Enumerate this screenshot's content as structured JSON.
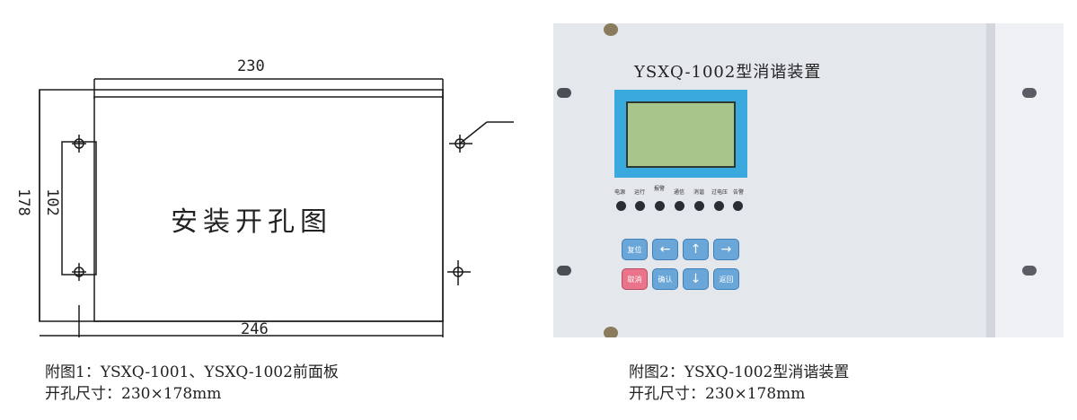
{
  "figure1": {
    "dim_width": "230",
    "dim_height_outer": "178",
    "dim_height_inner": "102",
    "dim_bottom": "246",
    "center_label": "安装开孔图",
    "caption_line1": "附图1：YSXQ-1001、YSXQ-1002前面板",
    "caption_line2": "开孔尺寸：230×178mm"
  },
  "figure2": {
    "device_title": "YSXQ-1002型消谐装置",
    "led_labels": [
      "电源",
      "运行",
      "报警",
      "通信",
      "消谐",
      "过电压",
      "告警"
    ],
    "buttons_row1": [
      "复位",
      "←",
      "↑",
      "→"
    ],
    "buttons_row2": [
      "取消",
      "确认",
      "↓",
      "返回"
    ],
    "caption_line1": "附图2：YSXQ-1002型消谐装置",
    "caption_line2": "开孔尺寸：230×178mm"
  }
}
